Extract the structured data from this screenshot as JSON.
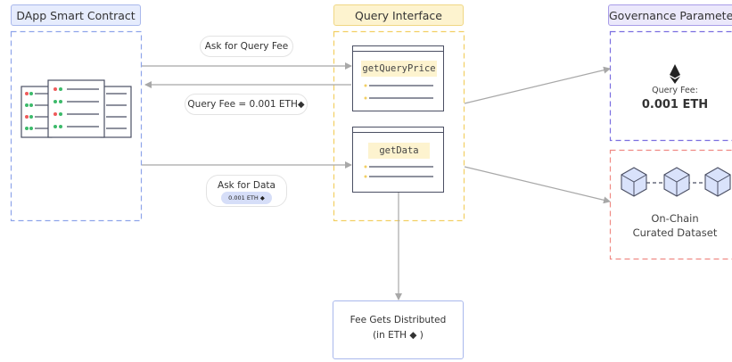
{
  "dapp": {
    "title": "DApp Smart Contract"
  },
  "query": {
    "title": "Query Interface",
    "get_query_price": "getQueryPrice",
    "get_data": "getData"
  },
  "governance": {
    "title": "Governance Parameters",
    "fee_label": "Query Fee:",
    "fee_value": "0.001 ETH"
  },
  "dataset": {
    "line1": "On-Chain",
    "line2": "Curated Dataset"
  },
  "arrows": {
    "ask_fee": "Ask for Query Fee",
    "fee_reply": "Query Fee = 0.001 ETH",
    "ask_data": "Ask for Data",
    "ask_data_fee": "0.001 ETH"
  },
  "distribution": {
    "line1": "Fee Gets Distributed",
    "line2_prefix": "(in ETH",
    "line2_suffix": ")"
  },
  "colors": {
    "blue": "#8ea4ea",
    "yellow": "#f2cf62",
    "purple": "#7a6ee0",
    "red": "#ef8a84",
    "arrow": "#a8a8a8",
    "dark": "#4b4f63",
    "green_dot": "#3cba6a",
    "red_dot": "#ef5a5a"
  }
}
